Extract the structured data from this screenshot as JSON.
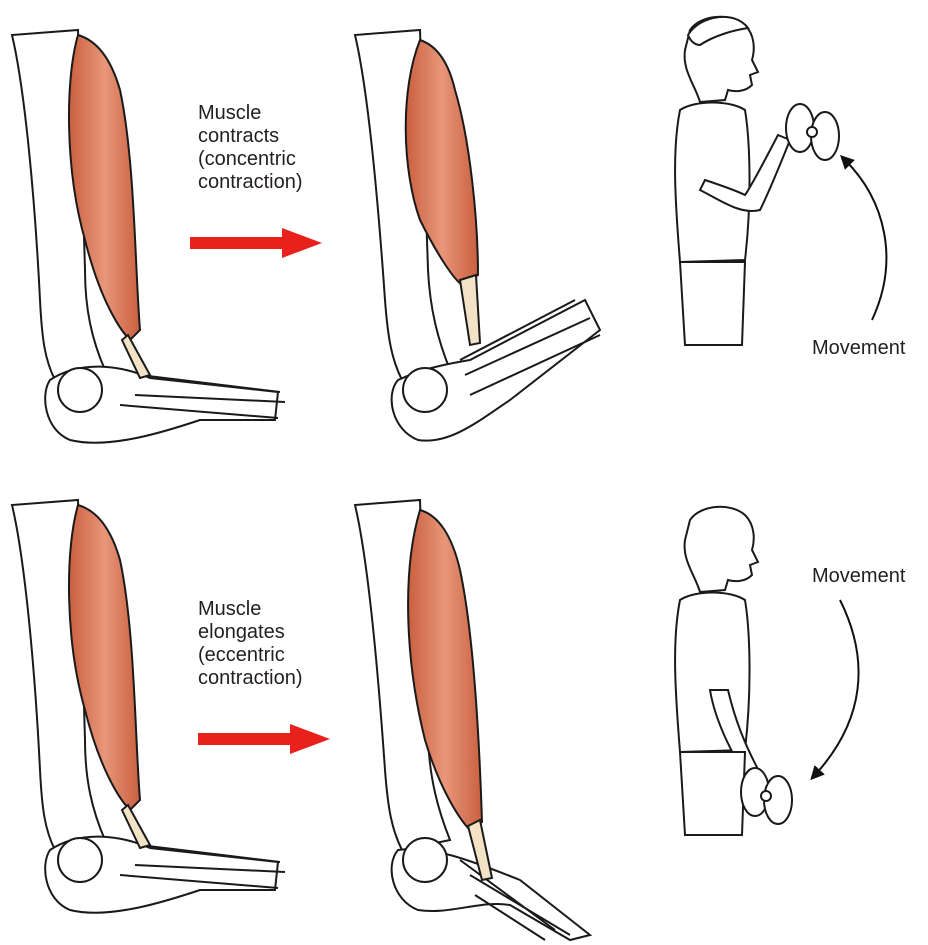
{
  "panels": [
    {
      "id": "concentric",
      "caption": "Muscle\ncontracts\n(concentric\ncontraction)",
      "movement_label": "Movement",
      "movement_direction": "upward"
    },
    {
      "id": "eccentric",
      "caption": "Muscle\nelongates\n(eccentric\ncontraction)",
      "movement_label": "Movement",
      "movement_direction": "downward"
    }
  ],
  "colors": {
    "muscle": "#e08a66",
    "muscle_outline": "#1a1a1a",
    "tendon": "#f3e3c6",
    "bone": "#ffffff",
    "arrow": "#e8211d",
    "text": "#231f20"
  }
}
